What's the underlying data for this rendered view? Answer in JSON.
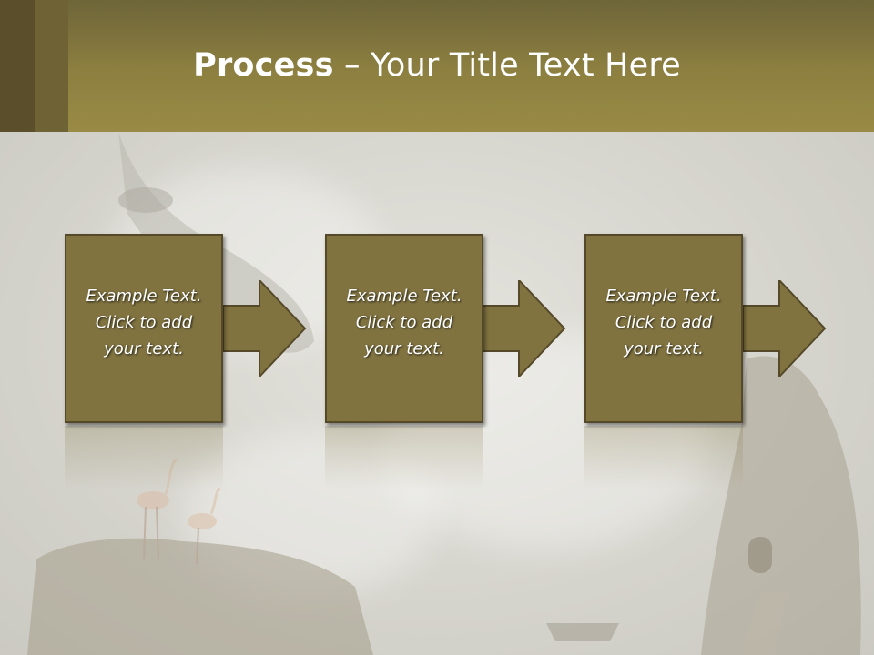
{
  "header": {
    "title_bold": "Process",
    "title_rest": " – Your Title Text Here"
  },
  "steps": [
    {
      "lines": [
        "Example Text.",
        "Click  to add",
        "your text."
      ]
    },
    {
      "lines": [
        "Example Text.",
        "Click  to add",
        "your text."
      ]
    },
    {
      "lines": [
        "Example Text.",
        "Click  to add",
        "your text."
      ]
    }
  ],
  "colors": {
    "header": "#8d8040",
    "box_fill": "#807340",
    "box_border": "#55492a",
    "arrow_fill": "#807340"
  }
}
